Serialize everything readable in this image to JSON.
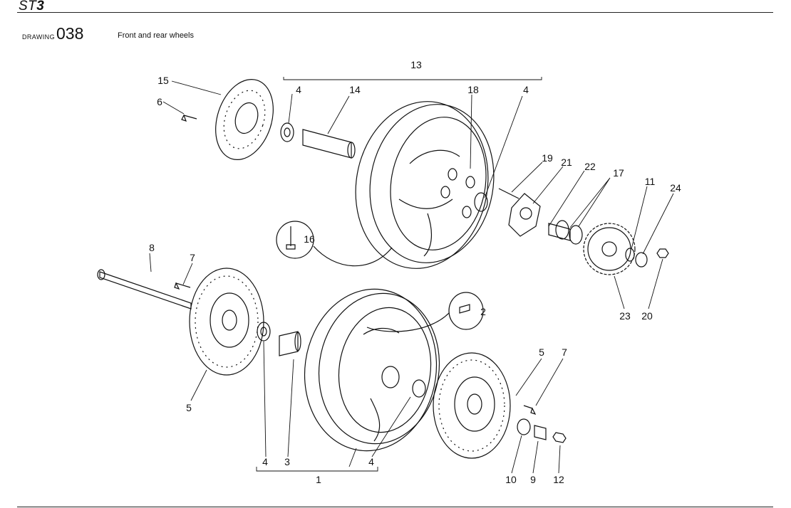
{
  "header": {
    "model_prefix": "ST",
    "model_suffix": "3",
    "drawing_word": "DRAWING",
    "drawing_number": "038",
    "drawing_title": "Front and rear wheels"
  },
  "callouts": {
    "c1": "1",
    "c2": "2",
    "c3": "3",
    "c4a": "4",
    "c4b": "4",
    "c4c": "4",
    "c4d": "4",
    "c5a": "5",
    "c5b": "5",
    "c6": "6",
    "c7a": "7",
    "c7b": "7",
    "c8": "8",
    "c9": "9",
    "c10": "10",
    "c11": "11",
    "c12": "12",
    "c13": "13",
    "c14": "14",
    "c15": "15",
    "c16": "16",
    "c17": "17",
    "c18": "18",
    "c19": "19",
    "c20": "20",
    "c21": "21",
    "c22": "22",
    "c23": "23",
    "c24": "24"
  },
  "colors": {
    "line": "#111111",
    "background": "#ffffff"
  }
}
